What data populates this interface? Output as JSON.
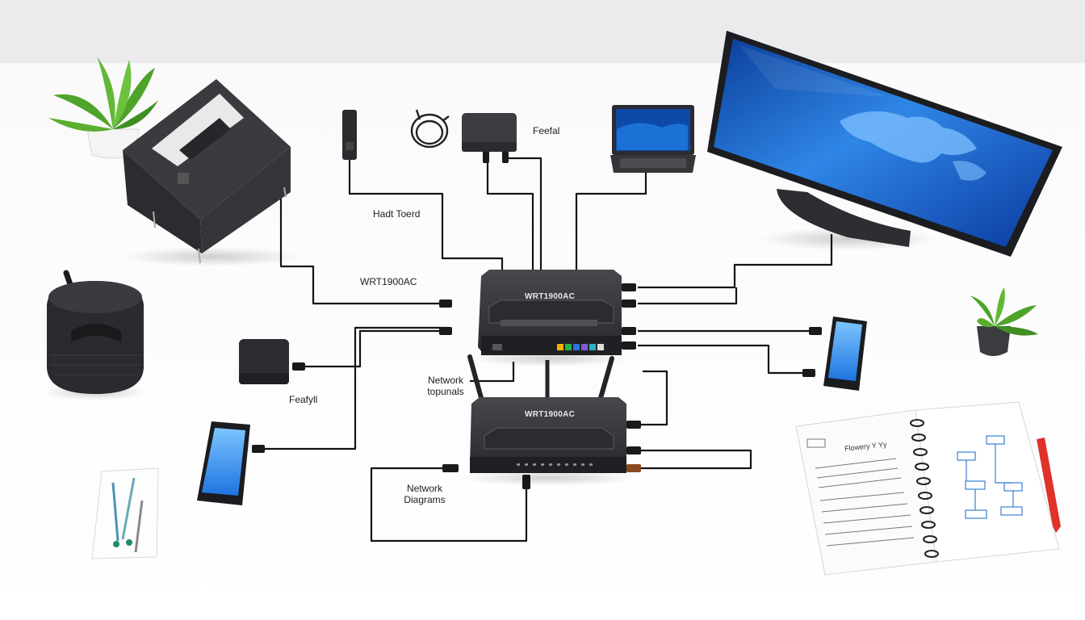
{
  "labels": {
    "top_right": "Feefal",
    "left_mid": "Hadt Toerd",
    "router_left": "WRT1900AC",
    "network_tools": "Network\ntopunals",
    "hub_caption": "Feafyll",
    "network_diagrams": "Network\nDiagrams"
  },
  "devices": {
    "router_top_brand": "WRT1900AC",
    "router_bottom_brand": "WRT1900AC"
  },
  "notebook": {
    "heading": "Flowery Y Yy"
  },
  "colors": {
    "background": "#ffffff",
    "device_dark": "#2f3034",
    "cable": "#111111",
    "screen_blue": "#1f6fd6",
    "plant_green": "#4fa32a",
    "pen_red": "#e0312b"
  }
}
